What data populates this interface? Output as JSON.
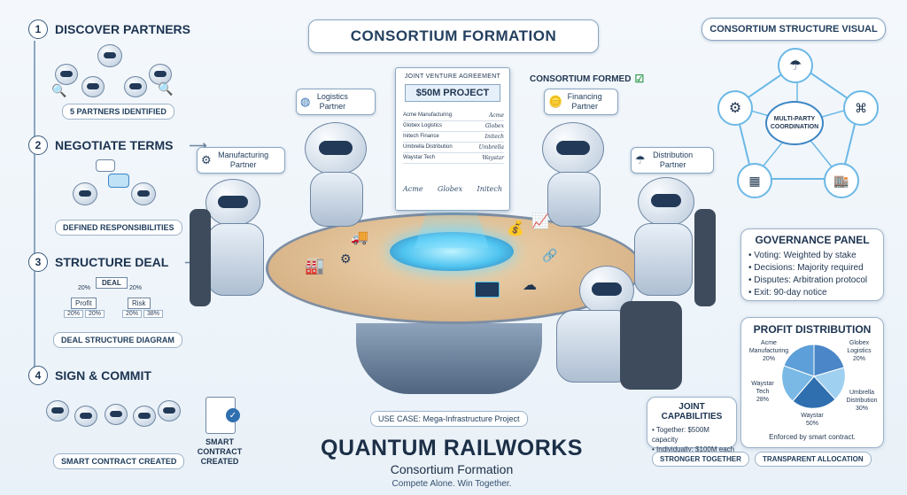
{
  "header": {
    "title": "CONSORTIUM FORMATION"
  },
  "steps": [
    {
      "num": "1",
      "title": "DISCOVER PARTNERS",
      "caption": "5 PARTNERS IDENTIFIED"
    },
    {
      "num": "2",
      "title": "NEGOTIATE TERMS",
      "caption": "DEFINED RESPONSIBILITIES"
    },
    {
      "num": "3",
      "title": "STRUCTURE DEAL",
      "caption": "DEAL STRUCTURE DIAGRAM"
    },
    {
      "num": "4",
      "title": "SIGN & COMMIT",
      "caption": "SMART CONTRACT CREATED"
    }
  ],
  "deal_tree": {
    "root": "DEAL",
    "left_pct": "20%",
    "right_pct": "20%",
    "left": "Profit",
    "right": "Risk",
    "leaves": [
      "20%",
      "20%",
      "20%",
      "38%"
    ]
  },
  "smart_contract_label": "SMART CONTRACT CREATED",
  "agreement": {
    "heading": "JOINT VENTURE AGREEMENT",
    "project": "$50M PROJECT",
    "parties": [
      {
        "name": "Acme Manufacturing",
        "sig": "Acme"
      },
      {
        "name": "Globex Logistics",
        "sig": "Globex"
      },
      {
        "name": "Initech Finance",
        "sig": "Initech"
      },
      {
        "name": "Umbrella Distribution",
        "sig": "Umbrella"
      },
      {
        "name": "Waystar Tech",
        "sig": "Waystar"
      }
    ],
    "footer_sigs": [
      "Acme",
      "Globex",
      "Initech"
    ]
  },
  "consortium_formed": "CONSORTIUM FORMED",
  "partners": {
    "logistics": "Logistics Partner",
    "manufacturing": "Manufacturing Partner",
    "financing": "Financing Partner",
    "distribution": "Distribution Partner"
  },
  "structure_visual": {
    "title": "CONSORTIUM STRUCTURE VISUAL",
    "center": "MULTI-PARTY COORDINATION"
  },
  "governance": {
    "title": "GOVERNANCE PANEL",
    "rows": [
      "Voting: Weighted by stake",
      "Decisions: Majority required",
      "Disputes: Arbitration protocol",
      "Exit: 90-day notice"
    ]
  },
  "profit": {
    "title": "PROFIT DISTRIBUTION",
    "labels": [
      {
        "name": "Acme Manufacturing",
        "pct": "20%"
      },
      {
        "name": "Globex Logistics",
        "pct": "20%"
      },
      {
        "name": "Waystar Tech",
        "pct": "28%"
      },
      {
        "name": "Umbrella Distribution",
        "pct": "30%"
      },
      {
        "name": "Waystar",
        "pct": "50%"
      }
    ],
    "note": "Enforced by smart contract.",
    "slice_colors": [
      "#4a86c8",
      "#9fd0f0",
      "#2f6fb0",
      "#7ab9e6",
      "#5d9fd8"
    ]
  },
  "capabilities": {
    "title": "JOINT CAPABILITIES",
    "rows": [
      "Together: $500M capacity",
      "Individually: $100M each"
    ]
  },
  "footer_tags": {
    "left": "STRONGER TOGETHER",
    "right": "TRANSPARENT ALLOCATION"
  },
  "use_case": "USE CASE: Mega-Infrastructure Project",
  "brand": {
    "name": "QUANTUM RAILWORKS",
    "subtitle": "Consortium Formation",
    "tagline": "Compete Alone. Win Together."
  },
  "colors": {
    "accent": "#2f6fb0",
    "panel_border": "#9db3c9",
    "text": "#1f3550",
    "glow": "#4fd4ff"
  }
}
